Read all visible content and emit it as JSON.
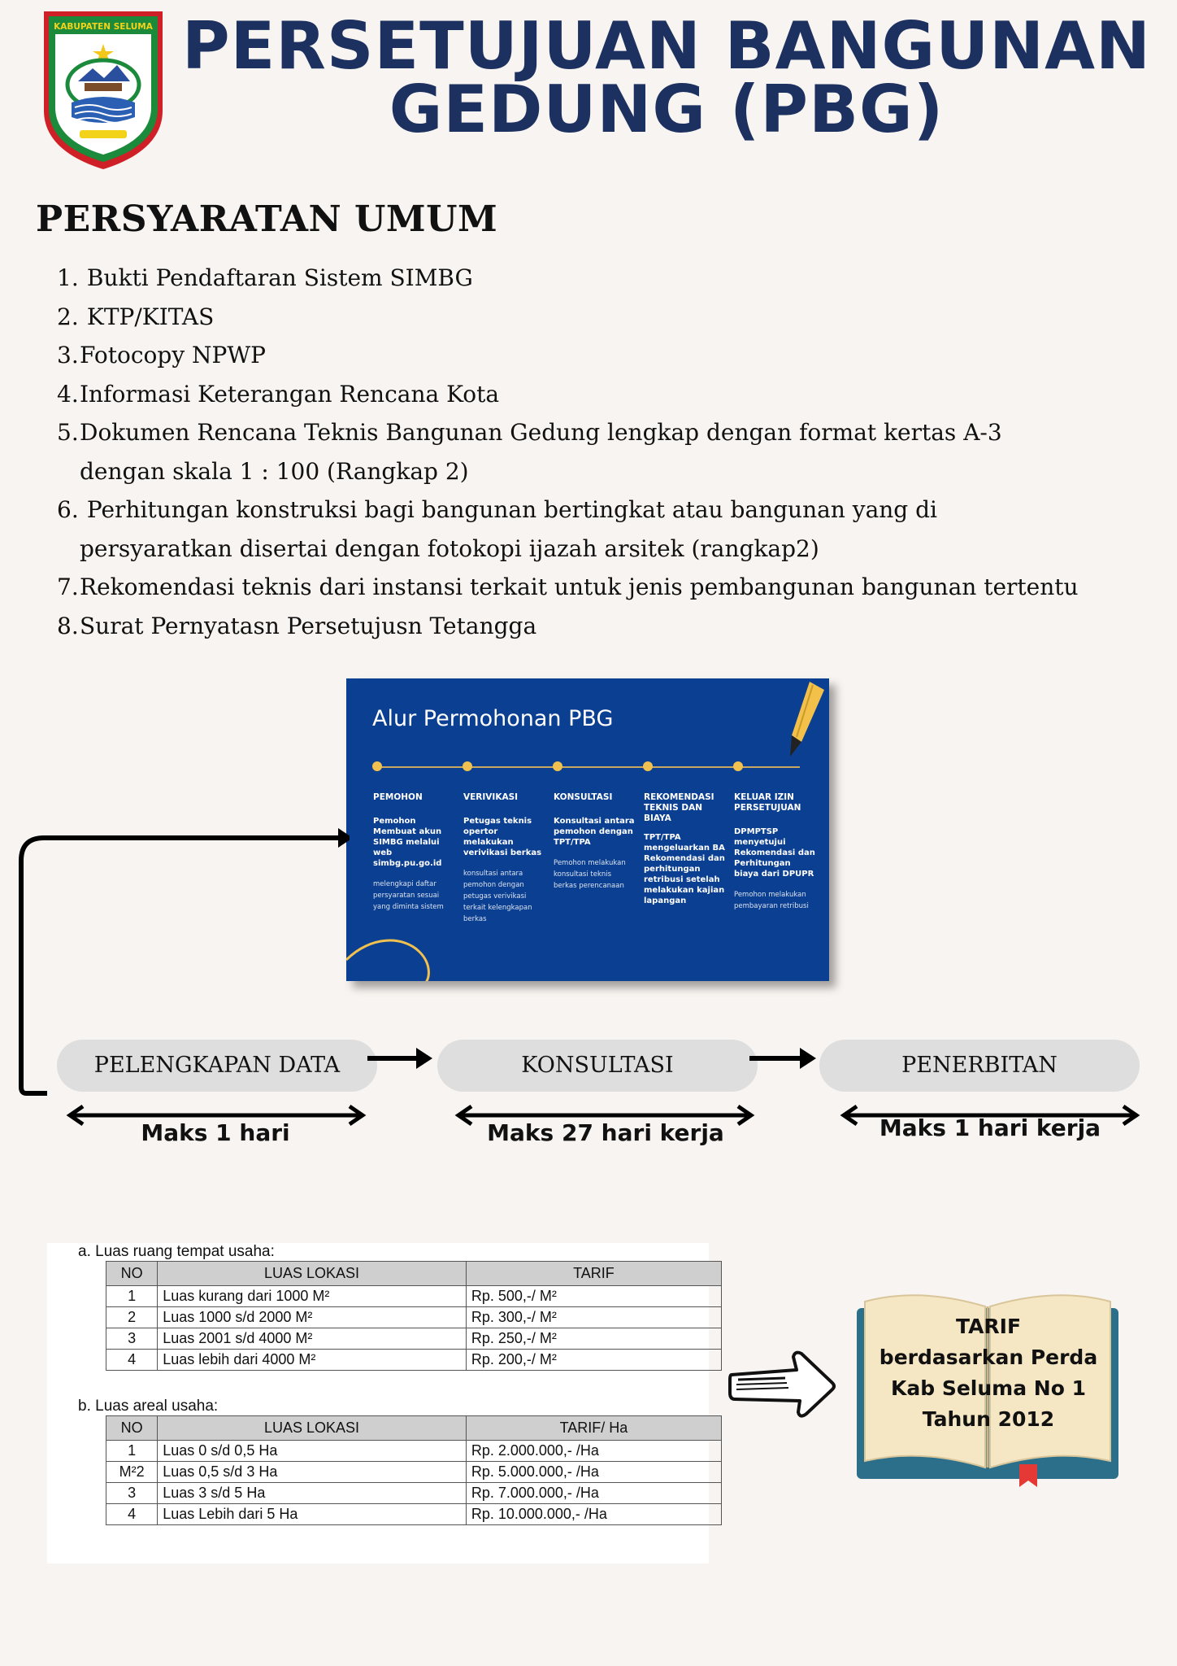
{
  "header": {
    "logo_text": "KABUPATEN SELUMA",
    "title_line1": "PERSETUJUAN BANGUNAN",
    "title_line2": "GEDUNG (PBG)"
  },
  "requirements": {
    "heading": "PERSYARATAN UMUM",
    "items": [
      {
        "num": "1.",
        "text": "Bukti Pendaftaran Sistem SIMBG"
      },
      {
        "num": "2.",
        "text": "KTP/KITAS"
      },
      {
        "num": "3.",
        "text": "Fotocopy NPWP"
      },
      {
        "num": "4.",
        "text": "Informasi Keterangan Rencana Kota"
      },
      {
        "num": "5.",
        "text": "Dokumen Rencana Teknis Bangunan Gedung lengkap dengan format kertas A-3",
        "text2": "dengan skala 1 : 100 (Rangkap 2)"
      },
      {
        "num": "6.",
        "text": "Perhitungan konstruksi bagi bangunan bertingkat atau bangunan yang di",
        "text2": "persyaratkan disertai dengan fotokopi ijazah arsitek (rangkap2)"
      },
      {
        "num": "7.",
        "text": "Rekomendasi teknis dari instansi terkait untuk jenis pembangunan bangunan tertentu"
      },
      {
        "num": "8.",
        "text": "Surat Pernyatasn Persetujusn Tetangga"
      }
    ]
  },
  "process_card": {
    "title": "Alur Permohonan PBG",
    "steps": [
      {
        "heading": "PEMOHON",
        "bold": "Pemohon Membuat akun SIMBG melalui web simbg.pu.go.id",
        "small": "melengkapi daftar persyaratan sesuai yang diminta sistem"
      },
      {
        "heading": "VERIVIKASI",
        "bold": "Petugas teknis opertor melakukan verivikasi berkas",
        "small": "konsultasi antara pemohon dengan petugas verivikasi terkait kelengkapan berkas"
      },
      {
        "heading": "KONSULTASI",
        "bold": "Konsultasi antara pemohon dengan TPT/TPA",
        "small": "Pemohon melakukan konsultasi teknis berkas perencanaan"
      },
      {
        "heading": "REKOMENDASI TEKNIS DAN BIAYA",
        "bold": "TPT/TPA mengeluarkan BA Rekomendasi dan perhitungan retribusi setelah melakukan kajian lapangan",
        "small": ""
      },
      {
        "heading": "KELUAR IZIN PERSETUJUAN",
        "bold": "DPMPTSP menyetujui Rekomendasi dan Perhitungan biaya dari DPUPR",
        "small": "Pemohon melakukan pembayaran retribusi"
      }
    ]
  },
  "flow": {
    "stages": [
      {
        "label": "PELENGKAPAN DATA",
        "duration": "Maks 1 hari"
      },
      {
        "label": "KONSULTASI",
        "duration": "Maks 27 hari kerja"
      },
      {
        "label": "PENERBITAN",
        "duration": "Maks 1 hari kerja"
      }
    ]
  },
  "tariff": {
    "section_a": {
      "caption": "a.  Luas ruang tempat usaha:",
      "headers": [
        "NO",
        "LUAS LOKASI",
        "TARIF"
      ],
      "rows": [
        [
          "1",
          "Luas kurang dari 1000 M²",
          "Rp. 500,-/ M²"
        ],
        [
          "2",
          "Luas 1000 s/d 2000 M²",
          "Rp. 300,-/ M²"
        ],
        [
          "3",
          "Luas 2001 s/d 4000 M²",
          "Rp. 250,-/ M²"
        ],
        [
          "4",
          "Luas lebih dari 4000 M²",
          "Rp. 200,-/ M²"
        ]
      ]
    },
    "section_b": {
      "caption": "b.  Luas areal usaha:",
      "headers": [
        "NO",
        "LUAS LOKASI",
        "TARIF/ Ha"
      ],
      "rows": [
        [
          "1",
          "Luas  0 s/d 0,5 Ha",
          "Rp. 2.000.000,- /Ha"
        ],
        [
          "M²2",
          "Luas  0,5 s/d 3 Ha",
          "Rp. 5.000.000,- /Ha"
        ],
        [
          "3",
          "Luas  3  s/d 5 Ha",
          "Rp. 7.000.000,- /Ha"
        ],
        [
          "4",
          "Luas Lebih dari 5 Ha",
          "Rp. 10.000.000,- /Ha"
        ]
      ]
    }
  },
  "book": {
    "lines": [
      "TARIF",
      "berdasarkan Perda",
      "Kab Seluma No  1",
      "Tahun 2012"
    ]
  },
  "colors": {
    "background": "#f8f4f1",
    "title_navy": "#1d3160",
    "card_blue": "#0b3f91",
    "card_accent": "#f0c150",
    "pill_gray": "#dedede",
    "book_teal": "#2c6f8a"
  }
}
